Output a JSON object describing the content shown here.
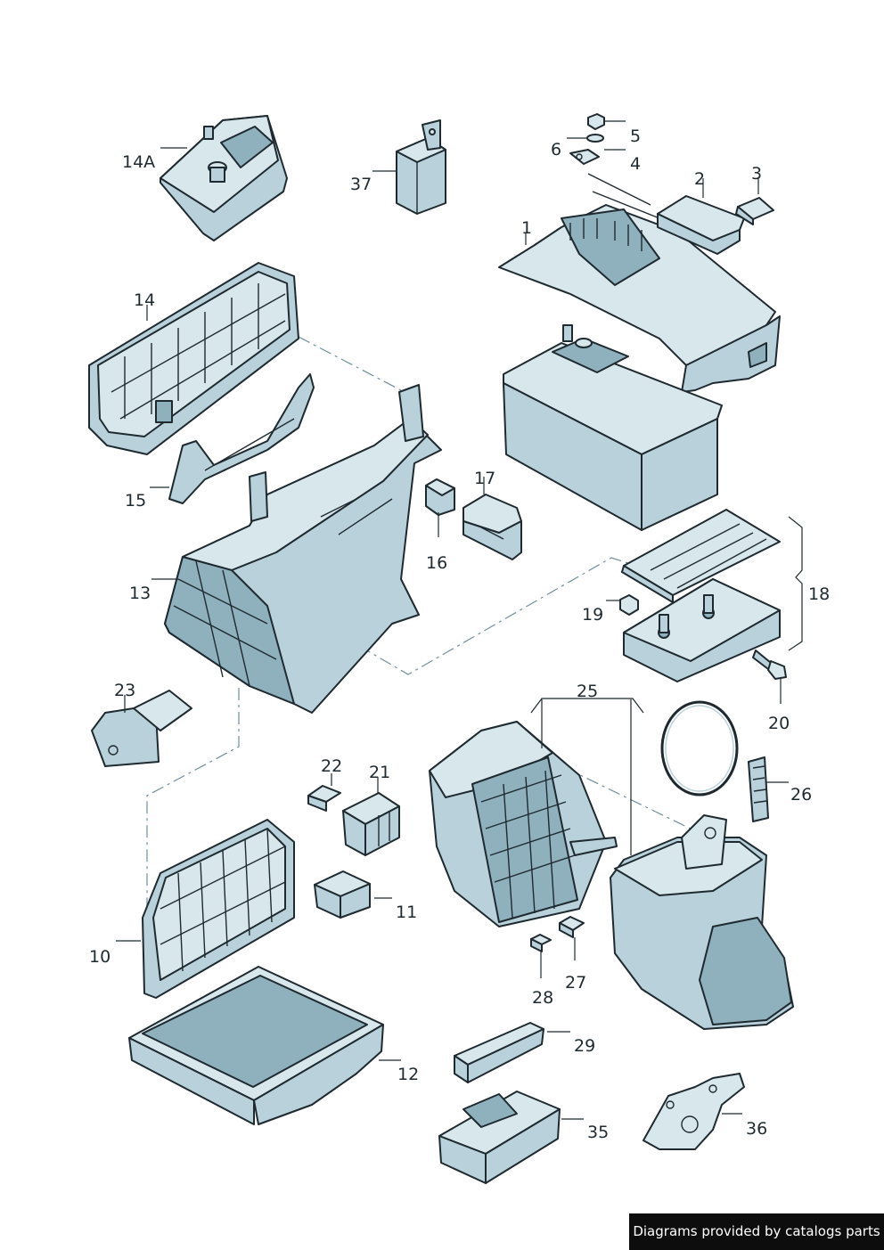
{
  "labels": {
    "p1": "1",
    "p2": "2",
    "p3": "3",
    "p4": "4",
    "p5": "5",
    "p6": "6",
    "p10": "10",
    "p11": "11",
    "p12": "12",
    "p13": "13",
    "p14": "14",
    "p14A": "14A",
    "p15": "15",
    "p16": "16",
    "p17": "17",
    "p18": "18",
    "p19": "19",
    "p20": "20",
    "p21": "21",
    "p22": "22",
    "p23": "23",
    "p25": "25",
    "p26": "26",
    "p27": "27",
    "p28": "28",
    "p29": "29",
    "p35": "35",
    "p36": "36",
    "p37": "37"
  },
  "credit": "Diagrams provided by catalogs parts"
}
